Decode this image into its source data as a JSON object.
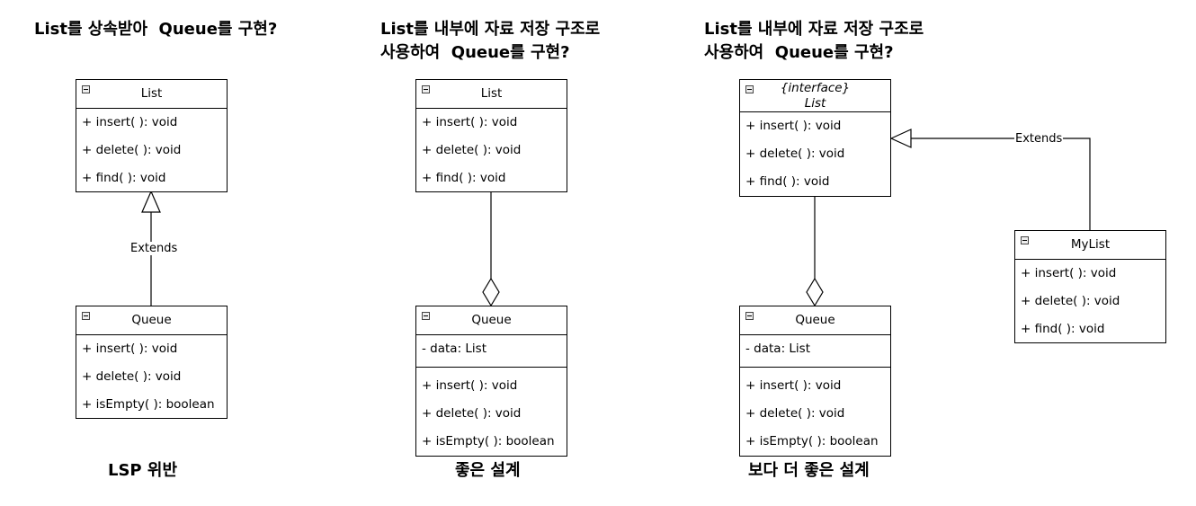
{
  "panels": [
    {
      "title": "List를 상속받아  Queue를 구현?",
      "caption": "LSP 위반",
      "top_class": {
        "name": "List",
        "operations": [
          "+ insert( ): void",
          "+ delete( ): void",
          "+ find( ): void"
        ]
      },
      "bottom_class": {
        "name": "Queue",
        "operations": [
          "+ insert( ): void",
          "+ delete( ): void",
          "+ isEmpty( ): boolean"
        ]
      },
      "relation_label": "Extends"
    },
    {
      "title": "List를 내부에 자료 저장 구조로\n사용하여  Queue를 구현?",
      "caption": "좋은 설계",
      "top_class": {
        "name": "List",
        "operations": [
          "+ insert( ): void",
          "+ delete( ): void",
          "+ find( ): void"
        ]
      },
      "bottom_class": {
        "name": "Queue",
        "attributes": [
          "- data: List"
        ],
        "operations": [
          "+ insert( ): void",
          "+ delete( ): void",
          "+ isEmpty( ): boolean"
        ]
      }
    },
    {
      "title": "List를 내부에 자료 저장 구조로\n사용하여  Queue를 구현?",
      "caption": "보다 더 좋은 설계",
      "top_class": {
        "stereotype": "{interface}",
        "name": "List",
        "operations": [
          "+ insert( ): void",
          "+ delete( ): void",
          "+ find( ): void"
        ]
      },
      "bottom_class": {
        "name": "Queue",
        "attributes": [
          "- data: List"
        ],
        "operations": [
          "+ insert( ): void",
          "+ delete( ): void",
          "+ isEmpty( ): boolean"
        ]
      },
      "side_class": {
        "name": "MyList",
        "operations": [
          "+ insert( ): void",
          "+ delete( ): void",
          "+ find( ): void"
        ]
      },
      "relation_label": "Extends"
    }
  ]
}
